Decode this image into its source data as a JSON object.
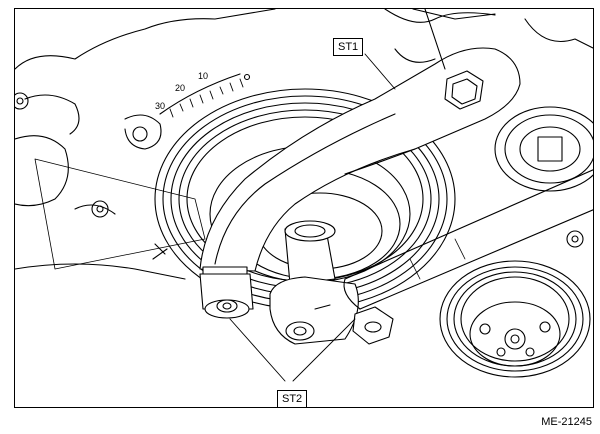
{
  "callouts": {
    "st1": "ST1",
    "st2": "ST2"
  },
  "scale_labels": [
    "10",
    "20",
    "30"
  ],
  "figure_id": "ME-21245"
}
